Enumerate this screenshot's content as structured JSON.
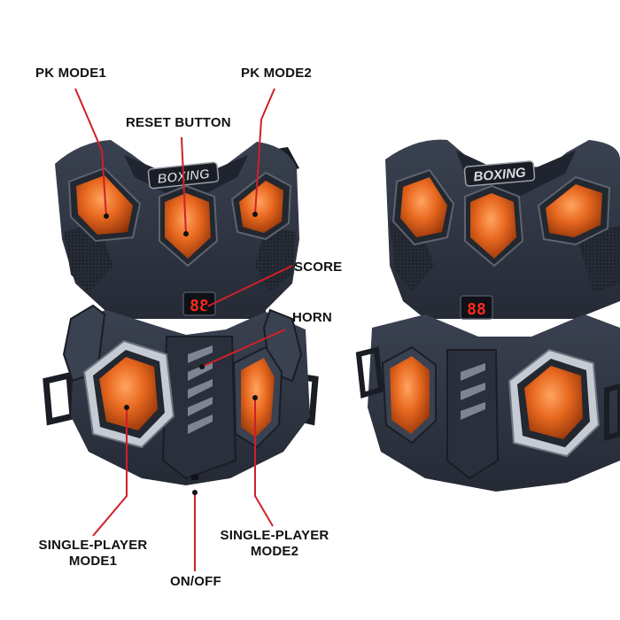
{
  "image": {
    "subject": "two dark-navy electronic boxing target vests with orange hexagonal strike pads",
    "colors": {
      "background": "#ffffff",
      "vest_body": "#2e3442",
      "vest_dark": "#1f242f",
      "vest_trim": "#b9bec8",
      "pad_orange": "#e0611d",
      "pad_highlight": "#ff9a4a",
      "callout_line": "#d0202a",
      "label_text": "#111111",
      "display_red": "#ff2a1a"
    }
  },
  "vest_logo": "BOXING",
  "score_display": "88",
  "labels": {
    "pk_mode1": "PK MODE1",
    "pk_mode2": "PK MODE2",
    "reset_button": "RESET BUTTON",
    "score": "SCORE",
    "horn": "HORN",
    "single_player_mode1_line1": "SINGLE-PLAYER",
    "single_player_mode1_line2": "MODE1",
    "single_player_mode2_line1": "SINGLE-PLAYER",
    "single_player_mode2_line2": "MODE2",
    "on_off": "ON/OFF"
  }
}
